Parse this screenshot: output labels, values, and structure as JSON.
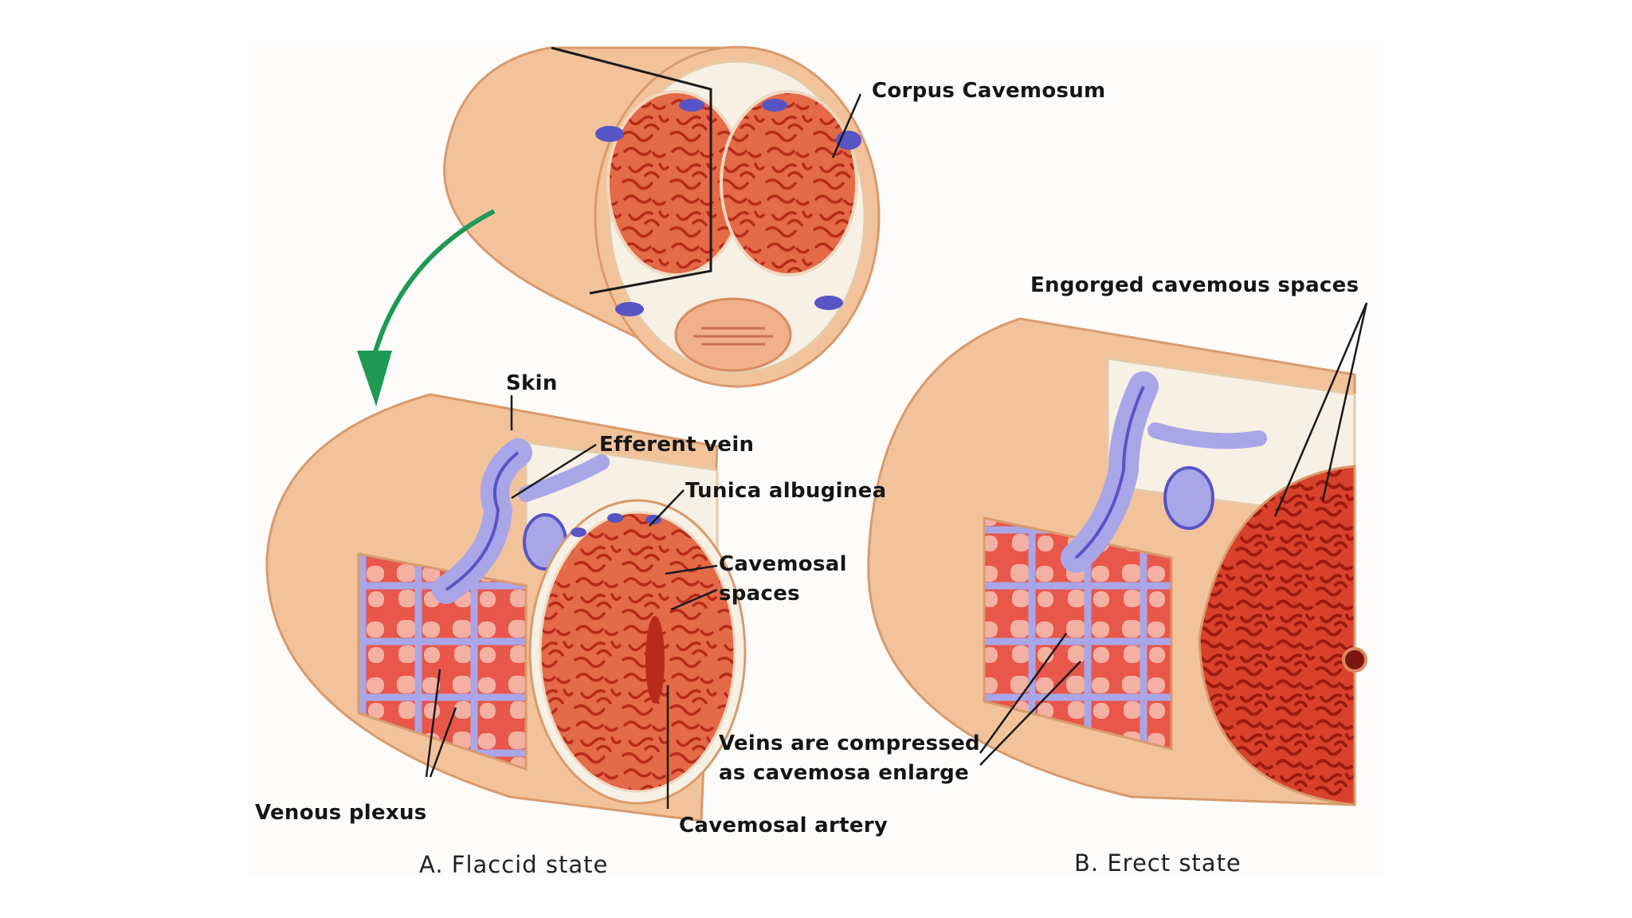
{
  "colors": {
    "skin": "#f2c39a",
    "skin_dark": "#d99a6c",
    "tunica": "#f7f0e4",
    "tissue": "#e46a48",
    "tissue_dark": "#b82a1a",
    "vein": "#a9a6e8",
    "vein_dark": "#5754c4",
    "arrow": "#1e9a55",
    "line": "#1a1a1a"
  },
  "labels": {
    "corpus": "Corpus Cavemosum",
    "engorged": "Engorged cavemous spaces",
    "skin": "Skin",
    "efferent": "Efferent vein",
    "tunica": "Tunica albuginea",
    "cav_spaces_1": "Cavemosal",
    "cav_spaces_2": "spaces",
    "veins_1": "Veins are compressed",
    "veins_2": "as cavemosa enlarge",
    "venous": "Venous plexus",
    "artery": "Cavemosal artery"
  },
  "captions": {
    "flaccid": "A. Flaccid state",
    "erect": "B. Erect state"
  }
}
